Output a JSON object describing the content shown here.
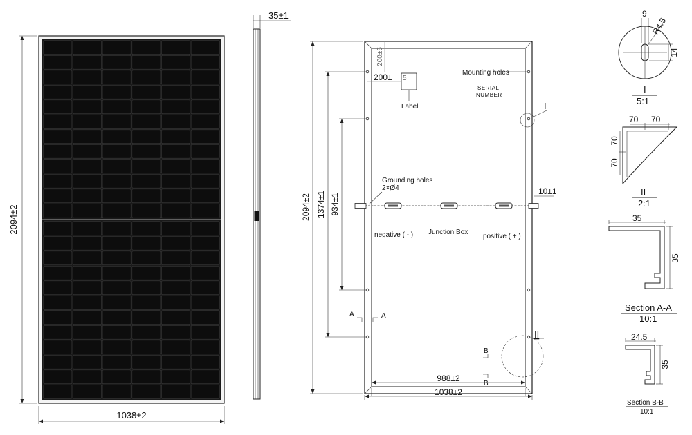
{
  "front": {
    "width_dim": "1038±2",
    "height_dim": "2094±2",
    "cell_cols": 6,
    "cell_rows": 24
  },
  "side": {
    "thickness_dim": "35±1"
  },
  "back": {
    "height_dim": "2094±2",
    "hole_spacing_outer": "1374±1",
    "hole_spacing_inner": "934±1",
    "top_offset": "200±5",
    "label_offset_h": "200±",
    "label_offset_h_tol": "5",
    "label_text": "Label",
    "mounting_holes": "Mounting holes",
    "serial_line1": "SERIAL",
    "serial_line2": "NUMBER",
    "grounding_holes": "Grounding holes",
    "grounding_spec": "2×Ø4",
    "cable_dim": "10±1",
    "negative": "negative ( - )",
    "junction_box": "Junction Box",
    "positive": "positive ( + )",
    "inner_width_dim": "988±2",
    "outer_width_dim": "1038±2",
    "section_a": "A",
    "section_b": "B",
    "detail_1": "I",
    "detail_2": "II"
  },
  "details": {
    "d1_dim_w": "9",
    "d1_dim_r": "R4.5",
    "d1_dim_h": "14",
    "d1_title": "I",
    "d1_scale": "5:1",
    "d2_dim_a": "70",
    "d2_dim_b": "70",
    "d2_dim_c": "70",
    "d2_dim_d": "70",
    "d2_title": "II",
    "d2_scale": "2:1",
    "sa_dim_w": "35",
    "sa_dim_h": "35",
    "sa_title": "Section A-A",
    "sa_scale": "10:1",
    "sb_dim_w": "24.5",
    "sb_dim_h": "35",
    "sb_title": "Section B-B",
    "sb_scale": "10:1"
  }
}
